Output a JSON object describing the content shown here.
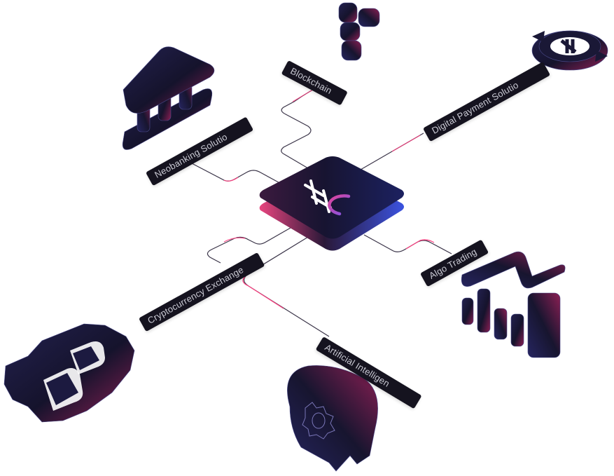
{
  "diagram": {
    "center": {
      "logo_text": "HC",
      "colors": {
        "top_start": "#2a1838",
        "top_end": "#1a1c4a",
        "base_left": "#e23e7a",
        "base_right": "#3b4fd8",
        "ring": "#c04fd6"
      }
    },
    "nodes": [
      {
        "id": "blockchain",
        "label": "Blockchain",
        "icon": "blockchain-blocks-icon"
      },
      {
        "id": "digital-payment",
        "label": "Digital Payment Solutio",
        "icon": "payment-exchange-icon"
      },
      {
        "id": "neobanking",
        "label": "Neobanking Solutio",
        "icon": "bank-building-icon"
      },
      {
        "id": "algo-trading",
        "label": "Algo Trading",
        "icon": "trading-chart-icon"
      },
      {
        "id": "crypto-exchange",
        "label": "Cryptocurrency Exchange",
        "icon": "bitcoin-icon"
      },
      {
        "id": "ai",
        "label": "Artificial Intelligen",
        "icon": "head-gear-icon"
      }
    ],
    "colors": {
      "label_bg": "#15131f",
      "label_text": "#c9c9d3",
      "connector_dark": "#3a3448",
      "connector_accent": "#ff3d7f",
      "icon_dark": "#1b1a3d",
      "icon_accent": "#8a1f52"
    }
  }
}
